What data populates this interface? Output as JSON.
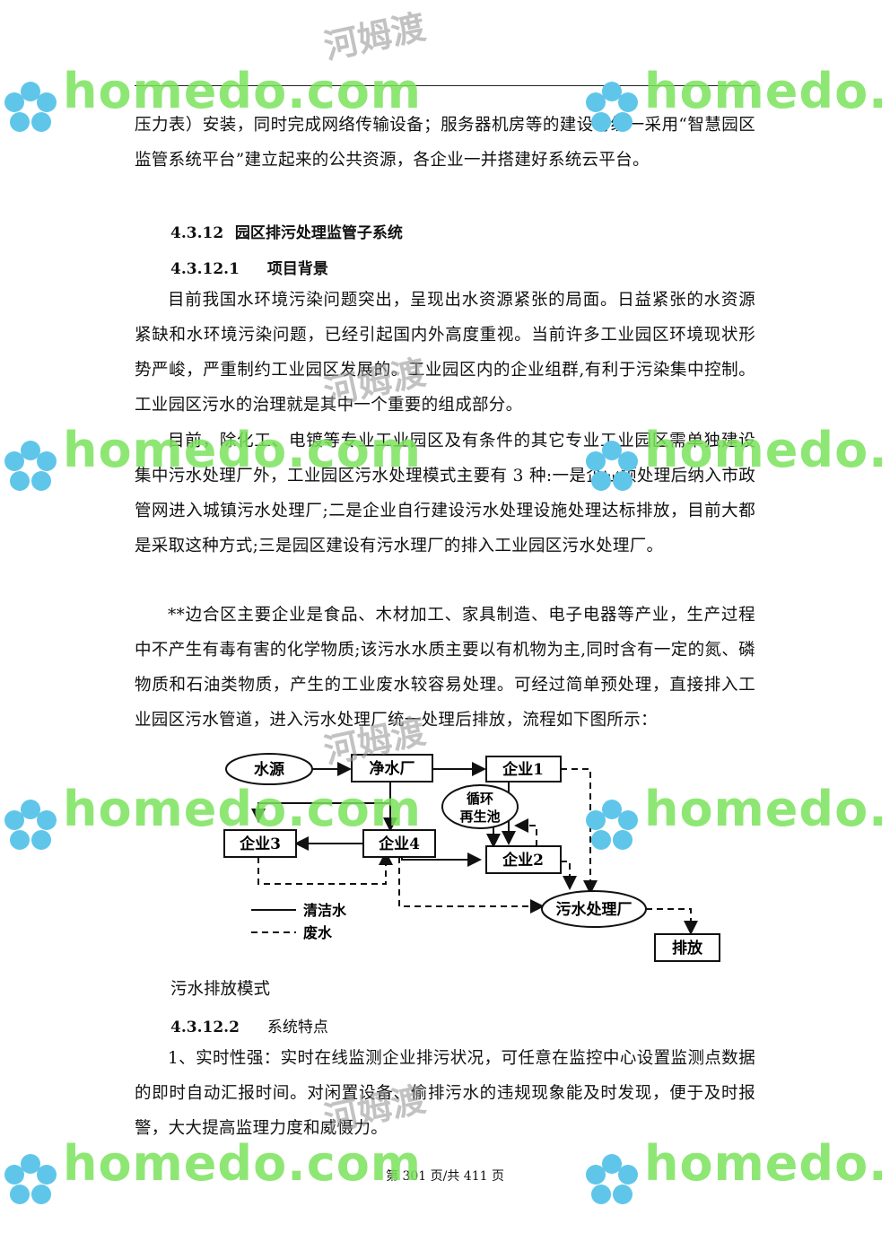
{
  "paragraphs": {
    "p0": "压力表）安装，同时完成网络传输设备；服务器机房等的建设可统一采用“智慧园区监管系统平台”建立起来的公共资源，各企业一并搭建好系统云平台。",
    "p1": "目前我国水环境污染问题突出，呈现出水资源紧张的局面。日益紧张的水资源紧缺和水环境污染问题，已经引起国内外高度重视。当前许多工业园区环境现状形势严峻，严重制约工业园区发展的。工业园区内的企业组群,有利于污染集中控制。工业园区污水的治理就是其中一个重要的组成部分。",
    "p2": "目前，除化工、电镀等专业工业园区及有条件的其它专业工业园区需单独建设集中污水处理厂外，工业园区污水处理模式主要有 3 种:一是企业预处理后纳入市政管网进入城镇污水处理厂;二是企业自行建设污水处理设施处理达标排放，目前大都是采取这种方式;三是园区建设有污水理厂的排入工业园区污水处理厂。",
    "p3": "**边合区主要企业是食品、木材加工、家具制造、电子电器等产业，生产过程中不产生有毒有害的化学物质;该污水水质主要以有机物为主,同时含有一定的氮、磷物质和石油类物质，产生的工业废水较容易处理。可经过简单预处理，直接排入工业园区污水管道，进入污水处理厂统一处理后排放，流程如下图所示：",
    "p4": "1、实时性强：实时在线监测企业排污状况，可任意在监控中心设置监测点数据的即时自动汇报时间。对闲置设备、偷排污水的违规现象能及时发现，便于及时报警，大大提高监理力度和威慑力。"
  },
  "headings": {
    "h1": {
      "num": "4.3.12",
      "text": "园区排污处理监管子系统"
    },
    "h2": {
      "num": "4.3.12.1",
      "text": "项目背景"
    },
    "h3": {
      "num": "4.3.12.2",
      "text": "系统特点"
    }
  },
  "diagram": {
    "nodes": {
      "water_source": "水源",
      "purification_plant": "净水厂",
      "enterprise1": "企业1",
      "recycle_1": "循环",
      "recycle_2": "再生池",
      "enterprise3": "企业3",
      "enterprise4": "企业4",
      "enterprise2": "企业2",
      "sewage_plant": "污水处理厂",
      "discharge": "排放"
    },
    "legend": {
      "clean": "清洁水",
      "waste": "废水"
    }
  },
  "caption": "污水排放模式",
  "footer": "第 301 页/共 411 页",
  "watermark": {
    "latin": "homedo.com",
    "cn": "河姆渡",
    "green": "#7be35c",
    "flower_blue": "#5fc6ea"
  }
}
